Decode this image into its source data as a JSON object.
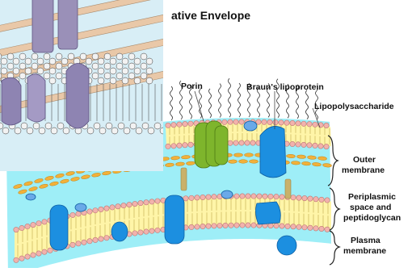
{
  "title": "ative Envelope",
  "labels": {
    "porin": "Porin",
    "brauns": "Braun's lipoprotein",
    "lps": "Lipopolysaccharide",
    "outer_1": "Outer",
    "outer_2": "membrane",
    "peri_1": "Periplasmic",
    "peri_2": "space and",
    "peri_3": "peptidoglycan",
    "plasma_1": "Plasma",
    "plasma_2": "membrane"
  },
  "colors": {
    "cyan_layer": "#9eeef7",
    "head_pink": "#f2b2ad",
    "tail_yellow": "#fff5a8",
    "peptidoglycan": "#f2b13a",
    "porin_green": "#7eb52c",
    "protein_blue": "#1c8fe0",
    "inset_bg": "#d8eef6"
  }
}
